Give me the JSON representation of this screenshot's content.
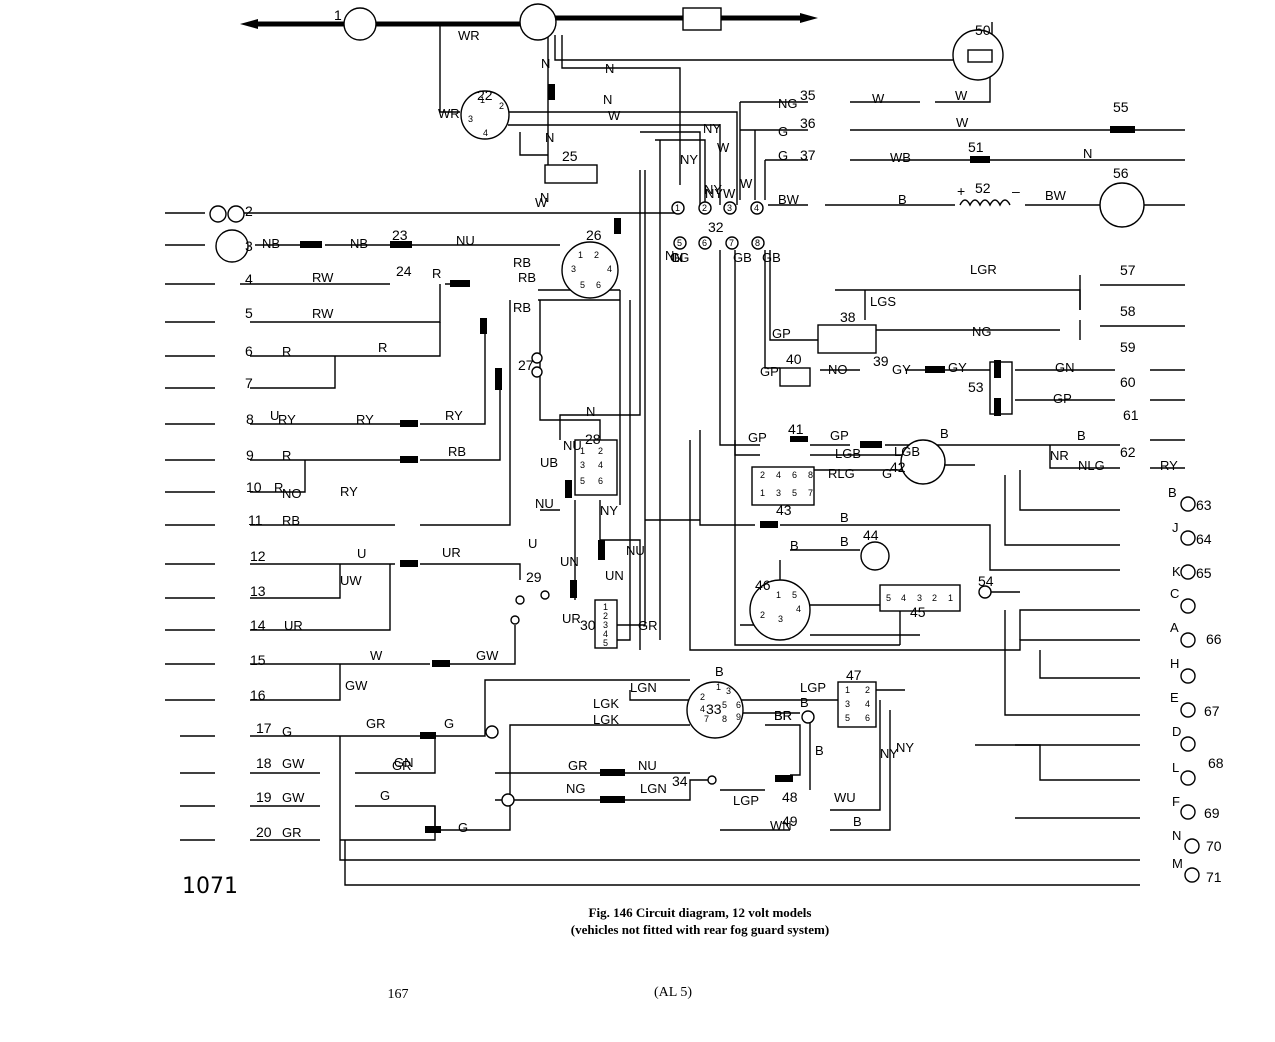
{
  "caption": {
    "line1": "Fig. 146 Circuit diagram, 12 volt models",
    "line2": "(vehicles not fitted with rear fog guard system)"
  },
  "footer": {
    "page_number": "167",
    "code": "(AL 5)"
  },
  "drawing_ref": "1071",
  "component_numbers": [
    "1",
    "2",
    "3",
    "4",
    "5",
    "6",
    "7",
    "8",
    "9",
    "10",
    "11",
    "12",
    "13",
    "14",
    "15",
    "16",
    "17",
    "18",
    "19",
    "20",
    "22",
    "23",
    "24",
    "25",
    "26",
    "27",
    "28",
    "29",
    "30",
    "32",
    "33",
    "34",
    "35",
    "36",
    "37",
    "38",
    "39",
    "40",
    "41",
    "42",
    "43",
    "44",
    "45",
    "46",
    "47",
    "48",
    "49",
    "50",
    "51",
    "52",
    "53",
    "54",
    "55",
    "56",
    "57",
    "58",
    "59",
    "60",
    "61",
    "62",
    "63",
    "64",
    "65",
    "66",
    "67",
    "68",
    "69",
    "70",
    "71"
  ],
  "right_terminal_letters": [
    "B",
    "J",
    "K",
    "C",
    "A",
    "H",
    "E",
    "D",
    "L",
    "F",
    "N",
    "M"
  ],
  "wire_codes": [
    "WR",
    "N",
    "N",
    "N",
    "W",
    "N",
    "WR",
    "N",
    "NY",
    "NY",
    "W",
    "NY",
    "NYW",
    "W",
    "N",
    "N",
    "NB",
    "NB",
    "NU",
    "RW",
    "R",
    "RW",
    "R",
    "R",
    "RY",
    "RY",
    "RY",
    "RB",
    "RB",
    "RB",
    "R",
    "RB",
    "RY",
    "R",
    "RB",
    "NO",
    "U",
    "N",
    "NU",
    "UB",
    "NU",
    "NY",
    "U",
    "NU",
    "UN",
    "UN",
    "U",
    "UW",
    "UR",
    "UR",
    "UR",
    "W",
    "GW",
    "GW",
    "GR",
    "GR",
    "G",
    "G",
    "G",
    "G",
    "GW",
    "GW",
    "GR",
    "GR",
    "GN",
    "GR",
    "NU",
    "NG",
    "LGN",
    "LGK",
    "LGK",
    "LGN",
    "B",
    "BR",
    "LGP",
    "B",
    "BR",
    "B",
    "LGP",
    "NY",
    "NY",
    "WN",
    "WU",
    "B",
    "W",
    "W",
    "W",
    "WB",
    "N",
    "NG",
    "G",
    "G",
    "BW",
    "B",
    "BW",
    "W",
    "G",
    "LG",
    "GB",
    "GB",
    "LGR",
    "LGS",
    "NG",
    "GP",
    "GP",
    "NO",
    "GY",
    "GY",
    "GN",
    "GP",
    "GP",
    "GP",
    "B",
    "B",
    "NR",
    "LGB",
    "LGB",
    "RLG",
    "G",
    "NLG",
    "RY",
    "B",
    "B",
    "B"
  ],
  "battery_signs": {
    "plus": "+",
    "minus": "–"
  },
  "connector_pins": {
    "c22": [
      "1",
      "2",
      "3",
      "4"
    ],
    "c26": [
      "1",
      "2",
      "3",
      "4",
      "5",
      "6"
    ],
    "c28": [
      "1",
      "2",
      "3",
      "4",
      "5",
      "6"
    ],
    "c43": [
      "2",
      "4",
      "6",
      "8",
      "1",
      "3",
      "5",
      "7"
    ],
    "c45": [
      "5",
      "4",
      "3",
      "2",
      "1"
    ],
    "c46": [
      "1",
      "2",
      "3",
      "4",
      "5"
    ],
    "c33": [
      "1",
      "2",
      "3",
      "4",
      "5",
      "6",
      "7",
      "8",
      "9"
    ],
    "c47": [
      "1",
      "2",
      "3",
      "4",
      "5",
      "6"
    ],
    "c32": [
      "1",
      "2",
      "3",
      "4",
      "5",
      "6",
      "7",
      "8"
    ],
    "c30": [
      "1",
      "2",
      "3",
      "4",
      "5"
    ]
  }
}
